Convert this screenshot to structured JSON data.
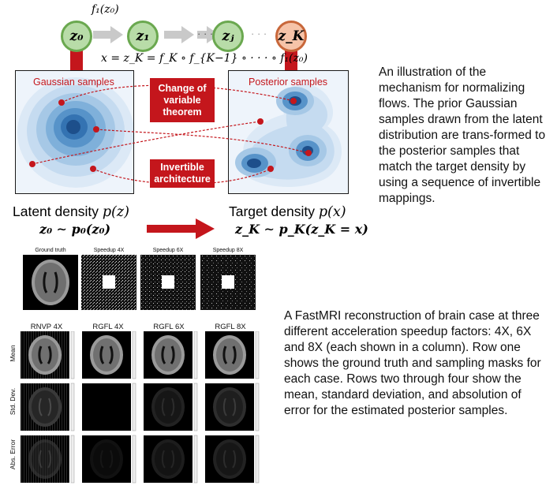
{
  "flow": {
    "nodes": [
      "z0",
      "z1",
      "zj",
      "zK"
    ],
    "node_labels": {
      "z0": "z₀",
      "z1": "z₁",
      "zj": "zⱼ",
      "zK": "z_K"
    },
    "map_label": "f₁(z₀)",
    "dots": "· · ·",
    "composition": "x = z_K = f_K ∘ f_{K−1} ∘ · · · ∘ f₁(z₀)"
  },
  "left_panel": {
    "label": "Gaussian samples",
    "density_title": "Latent density",
    "density_math": "p(z)",
    "sampling": "z₀ ∼ p₀(z₀)"
  },
  "right_panel": {
    "label": "Posterior samples",
    "density_title": "Target density",
    "density_math": "p(x)",
    "sampling": "z_K ∼ p_K(z_K = x)"
  },
  "boxes": {
    "change_of_variable": "Change of variable theorem",
    "invertible": "Invertible architecture"
  },
  "caption_top": "An illustration of the mechanism for normalizing flows. The prior Gaussian samples drawn from the latent distribution are trans-formed to the posterior samples that match the target density by using a sequence of invertible mappings.",
  "caption_bottom": "A FastMRI reconstruction of brain case at three different acceleration speedup factors: 4X, 6X and 8X (each shown in a column). Row one shows the ground truth and sampling masks for each case. Rows two through four show the mean, standard deviation, and absolution of error for the estimated posterior samples.",
  "mri": {
    "top_titles": [
      "Ground truth",
      "Speedup 4X",
      "Speedup 6X",
      "Speedup 8X"
    ],
    "col_titles": [
      "RNVP 4X",
      "RGFL 4X",
      "RGFL 6X",
      "RGFL 8X"
    ],
    "row_labels": [
      "Mean",
      "Std. Dev.",
      "Abs. Error"
    ]
  },
  "colors": {
    "accent_red": "#c4161c",
    "node_green": "#b8dca8",
    "node_orange": "#f6c3a8",
    "density_blue": "#2b6cb0"
  }
}
